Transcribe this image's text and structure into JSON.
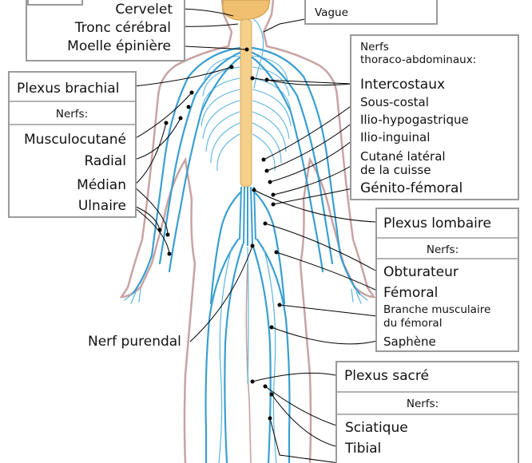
{
  "labels": {
    "cervelet": "Cervelet",
    "tronc": "Tronc cérébral",
    "moelle": "Moelle épinière",
    "vague": "Vague",
    "plexus_brachial": "Plexus brachial",
    "nerfs_bras": "Nerfs:",
    "musculocutane": "Musculocutané",
    "radial": "Radial",
    "median": "Médian",
    "ulnaire": "Ulnaire",
    "thoraco_line1": "Nerfs",
    "thoraco_line2": "thoraco-abdominaux:",
    "intercostaux": "Intercostaux",
    "sous_costal": "Sous-costal",
    "ilio_hypo": "Ilio-hypogastrique",
    "ilio_inguinal": "Ilio-inguinal",
    "cutane_line1": "Cutané latéral",
    "cutane_line2": "de la cuisse",
    "genito": "Génito-fémoral",
    "plexus_lombaire": "Plexus lombaire",
    "nerfs_lombaire": "Nerfs:",
    "obturateur": "Obturateur",
    "femoral": "Fémoral",
    "branche_line1": "Branche musculaire",
    "branche_line2": "du fémoral",
    "saphene": "Saphène",
    "pudendal": "Nerf purendal",
    "plexus_sacre": "Plexus sacré",
    "nerfs_sacre": "Nerfs:",
    "sciatique": "Sciatique",
    "tibial": "Tibial"
  },
  "colors": {
    "nerve": "#3a9fd0",
    "skin_outline": "#c9a3a3",
    "spine": "#f4d08a",
    "brain": "#f0c070",
    "box_border": "#9a9a9a"
  }
}
